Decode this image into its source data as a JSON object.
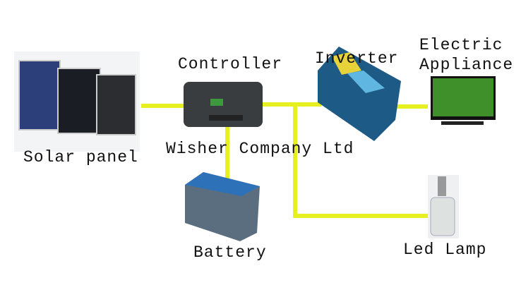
{
  "labels": {
    "solar_panel": "Solar panel",
    "controller": "Controller",
    "inverter": "Inverter",
    "appliance_line1": "Electric",
    "appliance_line2": "Appliance",
    "battery": "Battery",
    "led_lamp": "Led Lamp",
    "watermark": "Wisher Company Ltd"
  },
  "colors": {
    "wire": "#e6f020",
    "panel": "#2d3f7a",
    "inverter": "#1d5a86",
    "screen": "#3f8f2a"
  }
}
